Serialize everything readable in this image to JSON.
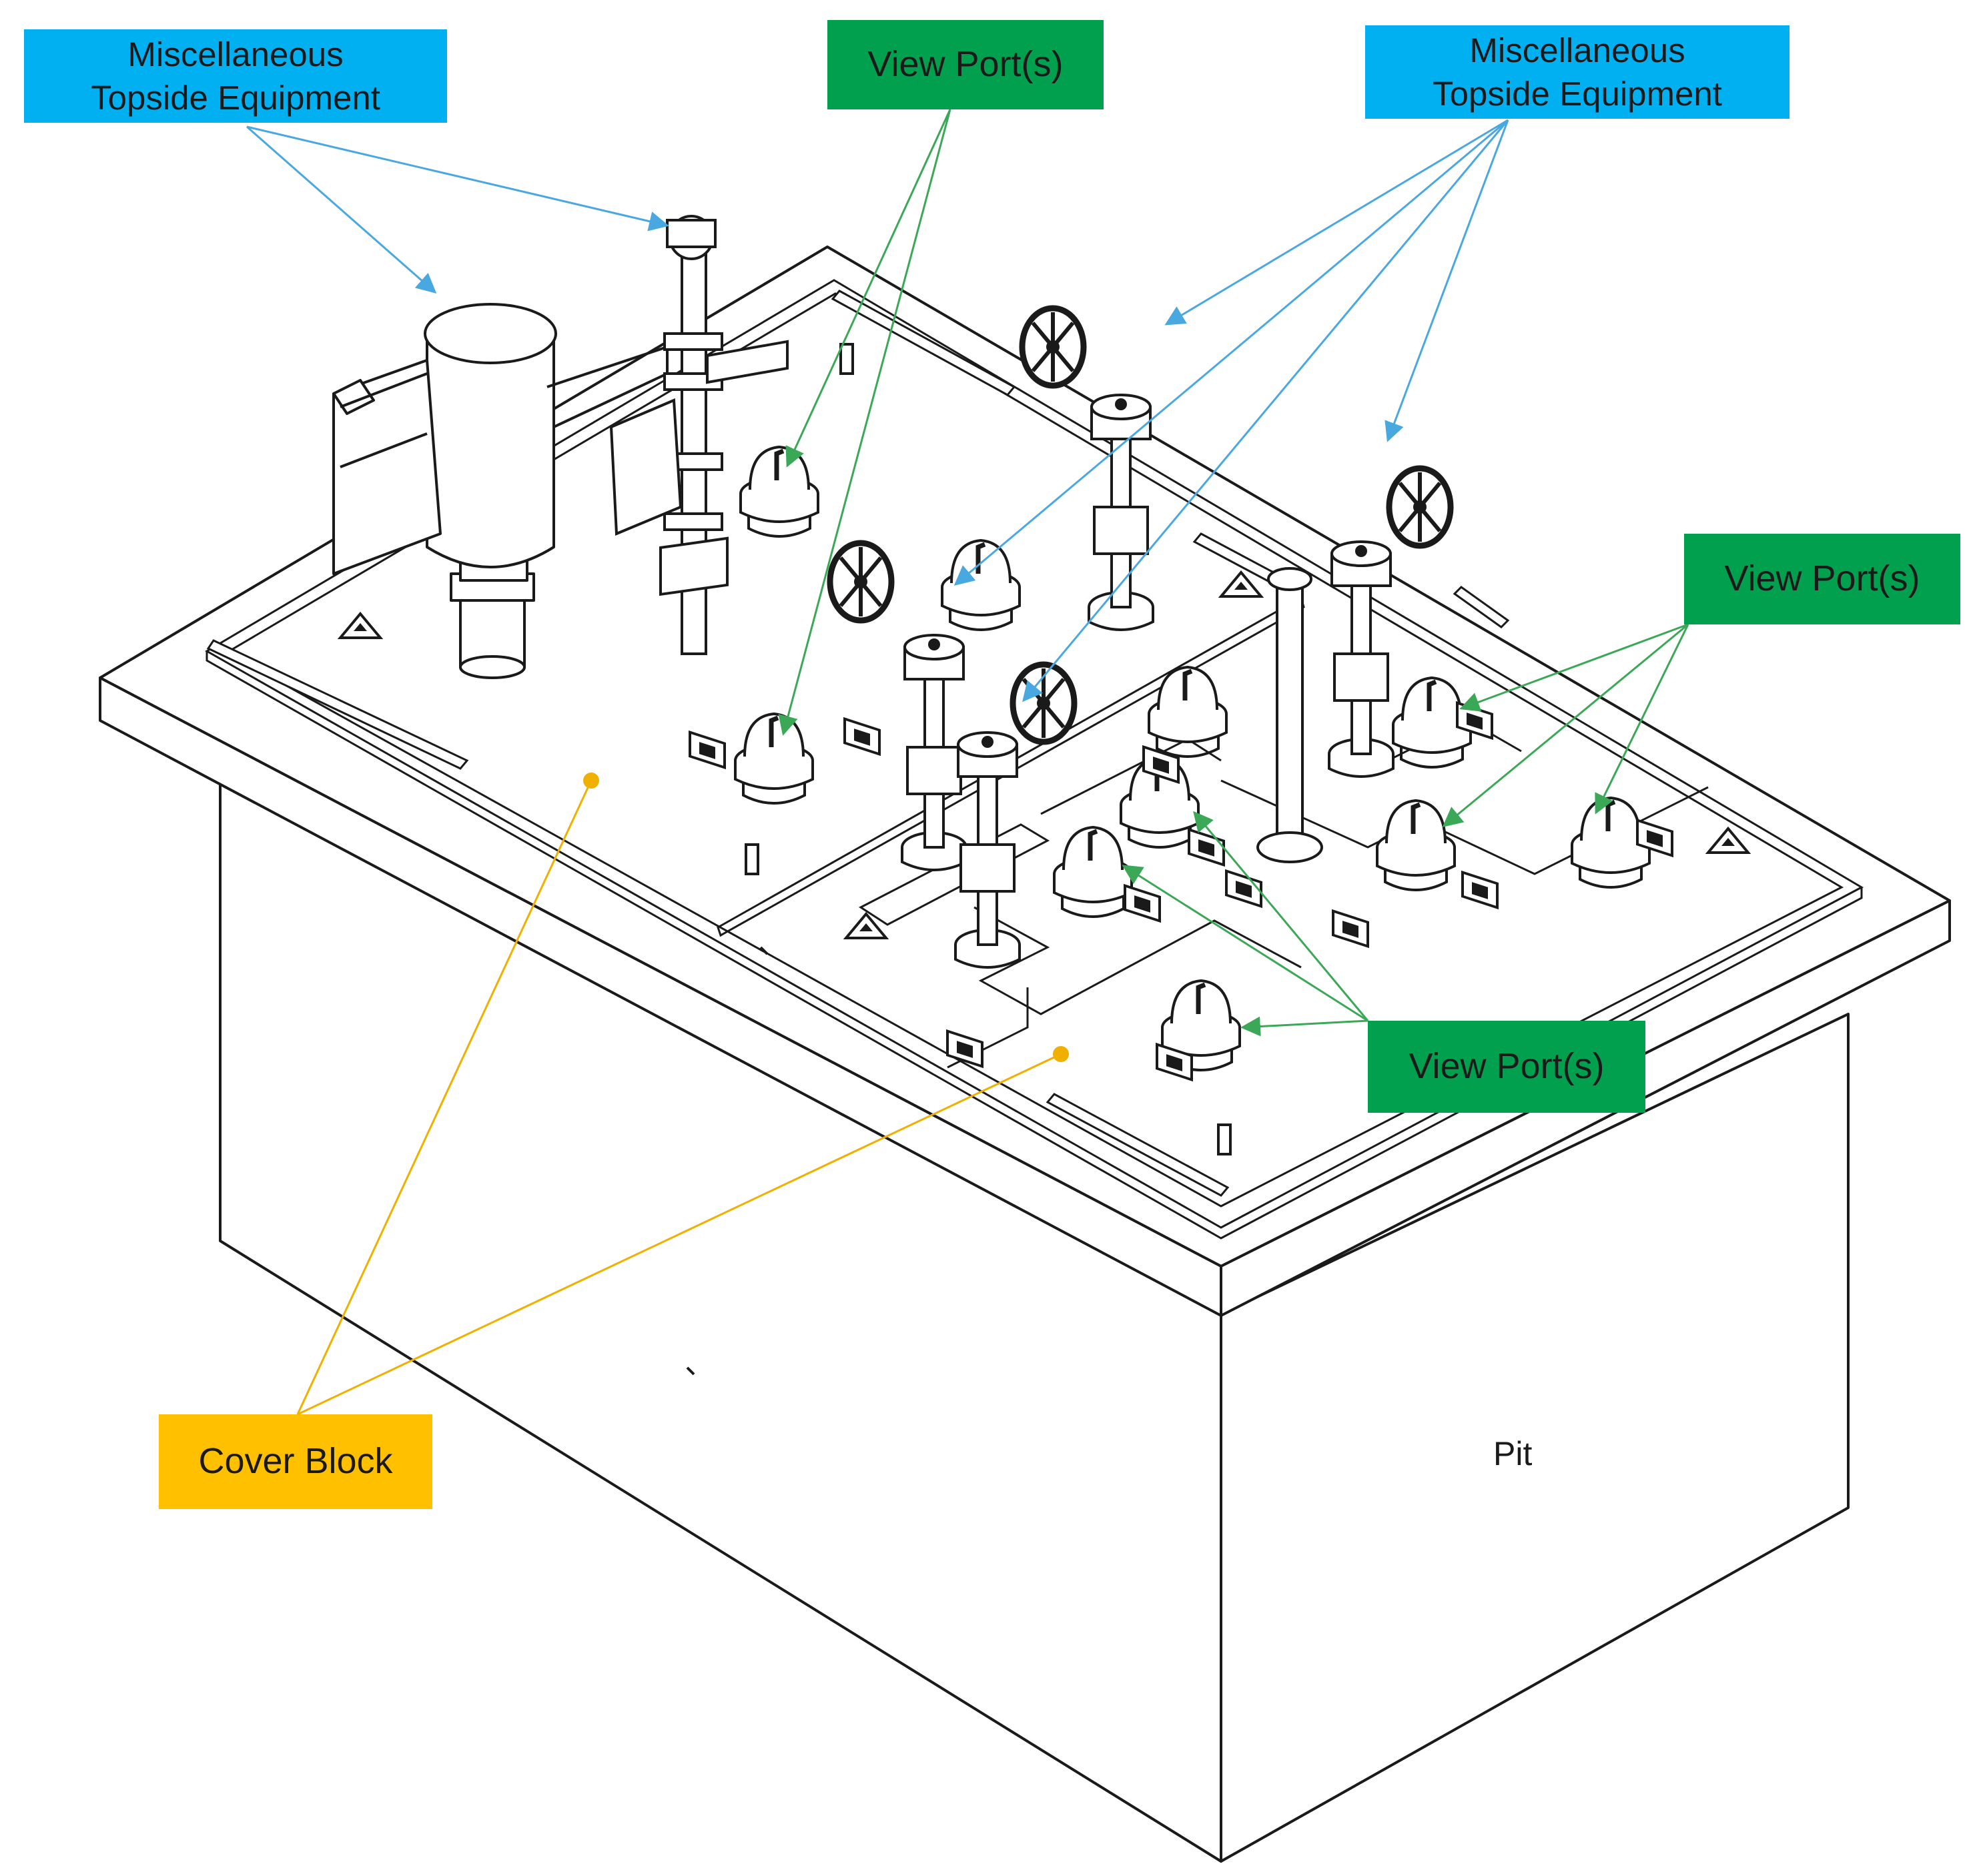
{
  "labels": {
    "misc_left": {
      "line1": "Miscellaneous",
      "line2": "Topside Equipment"
    },
    "misc_right": {
      "line1": "Miscellaneous",
      "line2": "Topside Equipment"
    },
    "view_top": "View Port(s)",
    "view_right": "View Port(s)",
    "view_bottom": "View Port(s)",
    "cover_block": "Cover Block",
    "pit": "Pit"
  },
  "colors": {
    "misc_callout": "#00b0f0",
    "view_callout": "#00a04f",
    "cover_callout": "#ffc000",
    "drawing_line": "#1a1a1a"
  }
}
